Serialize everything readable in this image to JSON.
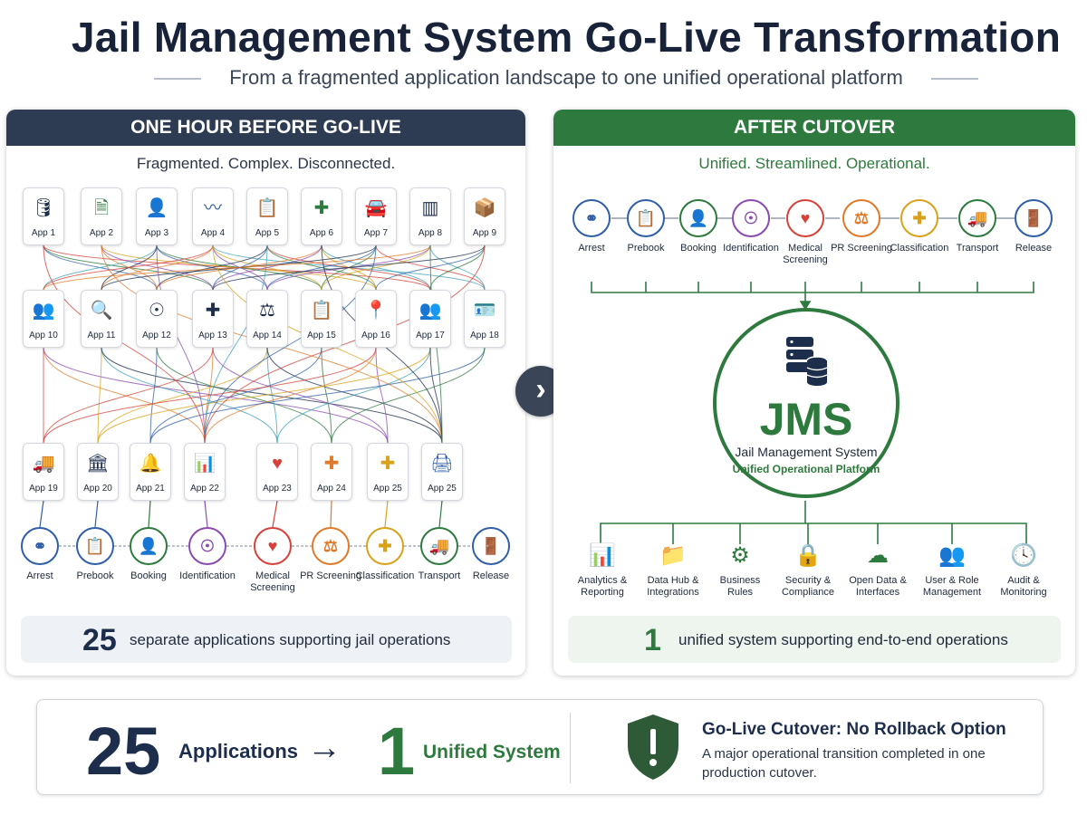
{
  "title": "Jail Management System Go-Live Transformation",
  "subtitle": "From a fragmented application landscape to one unified operational platform",
  "before": {
    "header": "ONE HOUR BEFORE GO-LIVE",
    "tagline": "Fragmented. Complex. Disconnected.",
    "apps": [
      {
        "label": "App 1",
        "icon": "database-icon",
        "glyph": "🛢",
        "color": "#1d2e4c"
      },
      {
        "label": "App 2",
        "icon": "document-icon",
        "glyph": "🗎",
        "color": "#2e7a3e"
      },
      {
        "label": "App 3",
        "icon": "user-icon",
        "glyph": "👤",
        "color": "#2f5fa8"
      },
      {
        "label": "App 4",
        "icon": "pulse-icon",
        "glyph": "〰",
        "color": "#2f5fa8"
      },
      {
        "label": "App 5",
        "icon": "clipboard-icon",
        "glyph": "📋",
        "color": "#1d2e4c"
      },
      {
        "label": "App 6",
        "icon": "shield-plus-icon",
        "glyph": "✚",
        "color": "#2e7a3e"
      },
      {
        "label": "App 7",
        "icon": "car-icon",
        "glyph": "🚘",
        "color": "#1d2e4c"
      },
      {
        "label": "App 8",
        "icon": "barcode-icon",
        "glyph": "▥",
        "color": "#1d2e4c"
      },
      {
        "label": "App 9",
        "icon": "box-icon",
        "glyph": "📦",
        "color": "#8a5a2b"
      },
      {
        "label": "App 10",
        "icon": "users-icon",
        "glyph": "👥",
        "color": "#2f5fa8"
      },
      {
        "label": "App 11",
        "icon": "search-icon",
        "glyph": "🔍",
        "color": "#1d2e4c"
      },
      {
        "label": "App 12",
        "icon": "fingerprint-icon",
        "glyph": "☉",
        "color": "#1d2e4c"
      },
      {
        "label": "App 13",
        "icon": "medical-cross-icon",
        "glyph": "✚",
        "color": "#1d2e4c"
      },
      {
        "label": "App 14",
        "icon": "scales-icon",
        "glyph": "⚖",
        "color": "#1d2e4c"
      },
      {
        "label": "App 15",
        "icon": "clipboard-icon",
        "glyph": "📋",
        "color": "#1d2e4c"
      },
      {
        "label": "App 16",
        "icon": "location-pin-icon",
        "glyph": "📍",
        "color": "#1d2e4c"
      },
      {
        "label": "App 17",
        "icon": "users-icon",
        "glyph": "👥",
        "color": "#1d2e4c"
      },
      {
        "label": "App 18",
        "icon": "id-card-icon",
        "glyph": "🪪",
        "color": "#1d2e4c"
      },
      {
        "label": "App 19",
        "icon": "truck-icon",
        "glyph": "🚚",
        "color": "#1d2e4c"
      },
      {
        "label": "App 20",
        "icon": "courthouse-icon",
        "glyph": "🏛",
        "color": "#1d2e4c"
      },
      {
        "label": "App 21",
        "icon": "bell-icon",
        "glyph": "🔔",
        "color": "#2e7a3e"
      },
      {
        "label": "App 22",
        "icon": "bar-chart-icon",
        "glyph": "📊",
        "color": "#1d2e4c"
      },
      {
        "label": "App 23",
        "icon": "heart-pulse-icon",
        "glyph": "♥",
        "color": "#d6423a"
      },
      {
        "label": "App 24",
        "icon": "medical-kit-icon",
        "glyph": "✚",
        "color": "#e07a2a"
      },
      {
        "label": "App 25",
        "icon": "shield-plus-icon",
        "glyph": "✚",
        "color": "#d9a21b"
      },
      {
        "label": "App 25",
        "icon": "printer-icon",
        "glyph": "🖨",
        "color": "#2f5fa8"
      }
    ],
    "stages": [
      {
        "label": "Arrest",
        "icon": "handcuffs-icon",
        "glyph": "⚭",
        "color": "#2f5fa8"
      },
      {
        "label": "Prebook",
        "icon": "clipboard-icon",
        "glyph": "📋",
        "color": "#2f5fa8"
      },
      {
        "label": "Booking",
        "icon": "user-icon",
        "glyph": "👤",
        "color": "#2e7a3e"
      },
      {
        "label": "Identification",
        "icon": "fingerprint-icon",
        "glyph": "☉",
        "color": "#8a4bb0"
      },
      {
        "label": "Medical Screening",
        "icon": "heart-pulse-icon",
        "glyph": "♥",
        "color": "#d6423a"
      },
      {
        "label": "PR Screening",
        "icon": "scales-icon",
        "glyph": "⚖",
        "color": "#e07a2a"
      },
      {
        "label": "Classification",
        "icon": "shield-plus-icon",
        "glyph": "✚",
        "color": "#d9a21b"
      },
      {
        "label": "Transport",
        "icon": "truck-icon",
        "glyph": "🚚",
        "color": "#2e7a3e"
      },
      {
        "label": "Release",
        "icon": "exit-door-icon",
        "glyph": "🚪",
        "color": "#2f5fa8"
      }
    ],
    "count_number": "25",
    "count_text": "separate applications supporting jail operations"
  },
  "after": {
    "header": "AFTER CUTOVER",
    "tagline": "Unified. Streamlined. Operational.",
    "stages": [
      {
        "label": "Arrest",
        "icon": "handcuffs-icon",
        "glyph": "⚭",
        "color": "#2f5fa8"
      },
      {
        "label": "Prebook",
        "icon": "clipboard-icon",
        "glyph": "📋",
        "color": "#2f5fa8"
      },
      {
        "label": "Booking",
        "icon": "user-icon",
        "glyph": "👤",
        "color": "#2e7a3e"
      },
      {
        "label": "Identification",
        "icon": "fingerprint-icon",
        "glyph": "☉",
        "color": "#8a4bb0"
      },
      {
        "label": "Medical Screening",
        "icon": "heart-pulse-icon",
        "glyph": "♥",
        "color": "#d6423a"
      },
      {
        "label": "PR Screening",
        "icon": "scales-icon",
        "glyph": "⚖",
        "color": "#e07a2a"
      },
      {
        "label": "Classification",
        "icon": "shield-plus-icon",
        "glyph": "✚",
        "color": "#d9a21b"
      },
      {
        "label": "Transport",
        "icon": "truck-icon",
        "glyph": "🚚",
        "color": "#2e7a3e"
      },
      {
        "label": "Release",
        "icon": "exit-door-icon",
        "glyph": "🚪",
        "color": "#2f5fa8"
      }
    ],
    "hub": {
      "acronym": "JMS",
      "name": "Jail Management System",
      "tagline": "Unified Operational Platform",
      "icon": "database-server-icon"
    },
    "modules": [
      {
        "label": "Analytics & Reporting",
        "icon": "bar-chart-icon",
        "glyph": "📊"
      },
      {
        "label": "Data Hub & Integrations",
        "icon": "folder-icon",
        "glyph": "📁"
      },
      {
        "label": "Business Rules",
        "icon": "gear-icon",
        "glyph": "⚙"
      },
      {
        "label": "Security & Compliance",
        "icon": "lock-shield-icon",
        "glyph": "🔒"
      },
      {
        "label": "Open Data & Interfaces",
        "icon": "cloud-icon",
        "glyph": "☁"
      },
      {
        "label": "User & Role Management",
        "icon": "users-icon",
        "glyph": "👥"
      },
      {
        "label": "Audit & Monitoring",
        "icon": "clock-icon",
        "glyph": "🕓"
      }
    ],
    "count_number": "1",
    "count_text": "unified system supporting end-to-end operations"
  },
  "transition_icon": "chevron-right-icon",
  "summary": {
    "from_number": "25",
    "from_label": "Applications",
    "arrow": "→",
    "to_number": "1",
    "to_label": "Unified System",
    "alert_icon": "warning-shield-icon",
    "heading": "Go-Live Cutover: No Rollback Option",
    "description": "A major operational transition completed in one production cutover."
  },
  "colors": {
    "navy": "#2d3c52",
    "green": "#2e7a3e",
    "text": "#1f2a3a"
  }
}
